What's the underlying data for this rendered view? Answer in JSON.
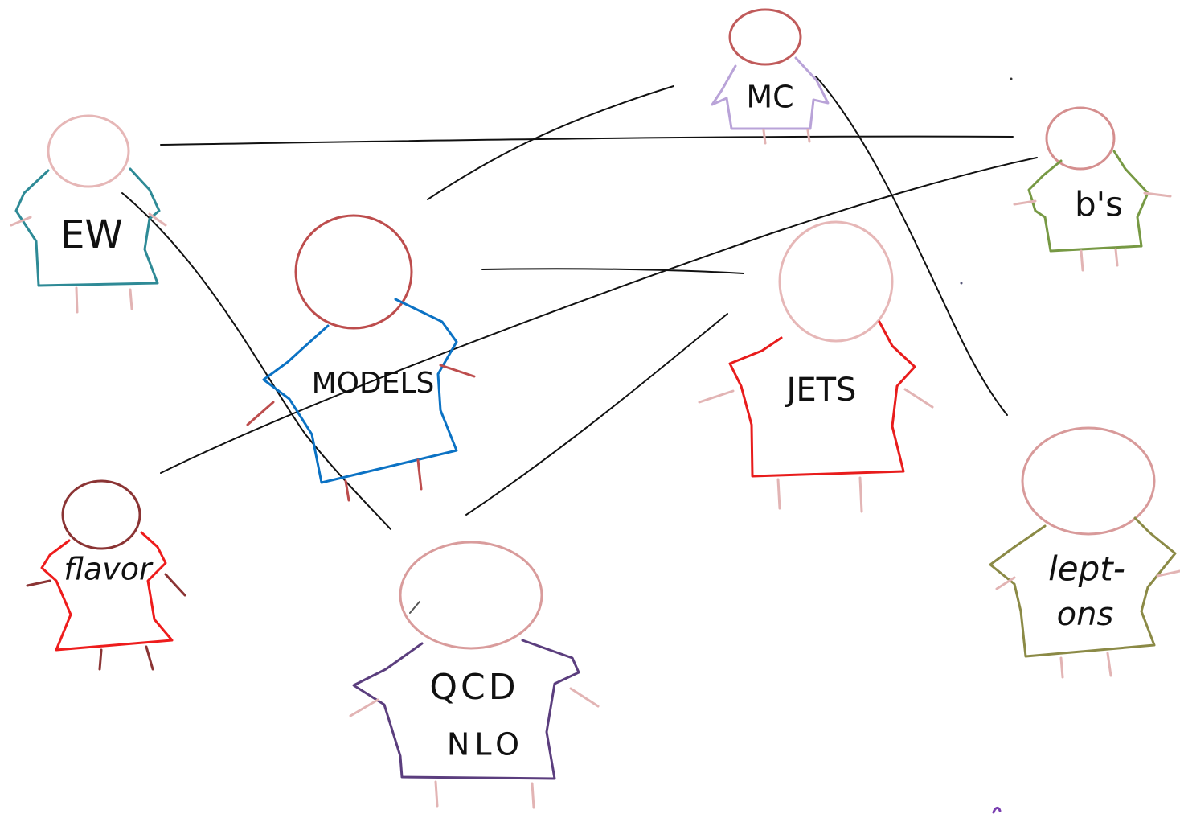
{
  "colors": {
    "background": "#ffffff",
    "connection": "#111111",
    "skin_light": "#e2b4b4",
    "skin_dark": "#b85555"
  },
  "people": [
    {
      "id": "mc",
      "lines": [
        "MC"
      ],
      "shirt_color": "#b9a3d8",
      "head_color": "#c05b5b"
    },
    {
      "id": "bs",
      "lines": [
        "b's"
      ],
      "shirt_color": "#779944",
      "head_color": "#d58f8f"
    },
    {
      "id": "ew",
      "lines": [
        "EW"
      ],
      "shirt_color": "#2e8a96",
      "head_color": "#e6b7b7"
    },
    {
      "id": "models",
      "lines": [
        "MODELS"
      ],
      "shirt_color": "#0b72c4",
      "head_color": "#bd4d4d"
    },
    {
      "id": "jets",
      "lines": [
        "JETS"
      ],
      "shirt_color": "#e81c1c",
      "head_color": "#e6b7b7"
    },
    {
      "id": "flavor",
      "lines": [
        "flavor"
      ],
      "shirt_color": "#ee1c1c",
      "head_color": "#8b3434"
    },
    {
      "id": "qcd-nlo",
      "lines": [
        "QCD",
        "NLO"
      ],
      "shirt_color": "#5b3e7e",
      "head_color": "#d99c9c"
    },
    {
      "id": "leptons",
      "lines": [
        "lept-",
        "ons"
      ],
      "shirt_color": "#8b8a46",
      "head_color": "#d89a9a"
    }
  ]
}
